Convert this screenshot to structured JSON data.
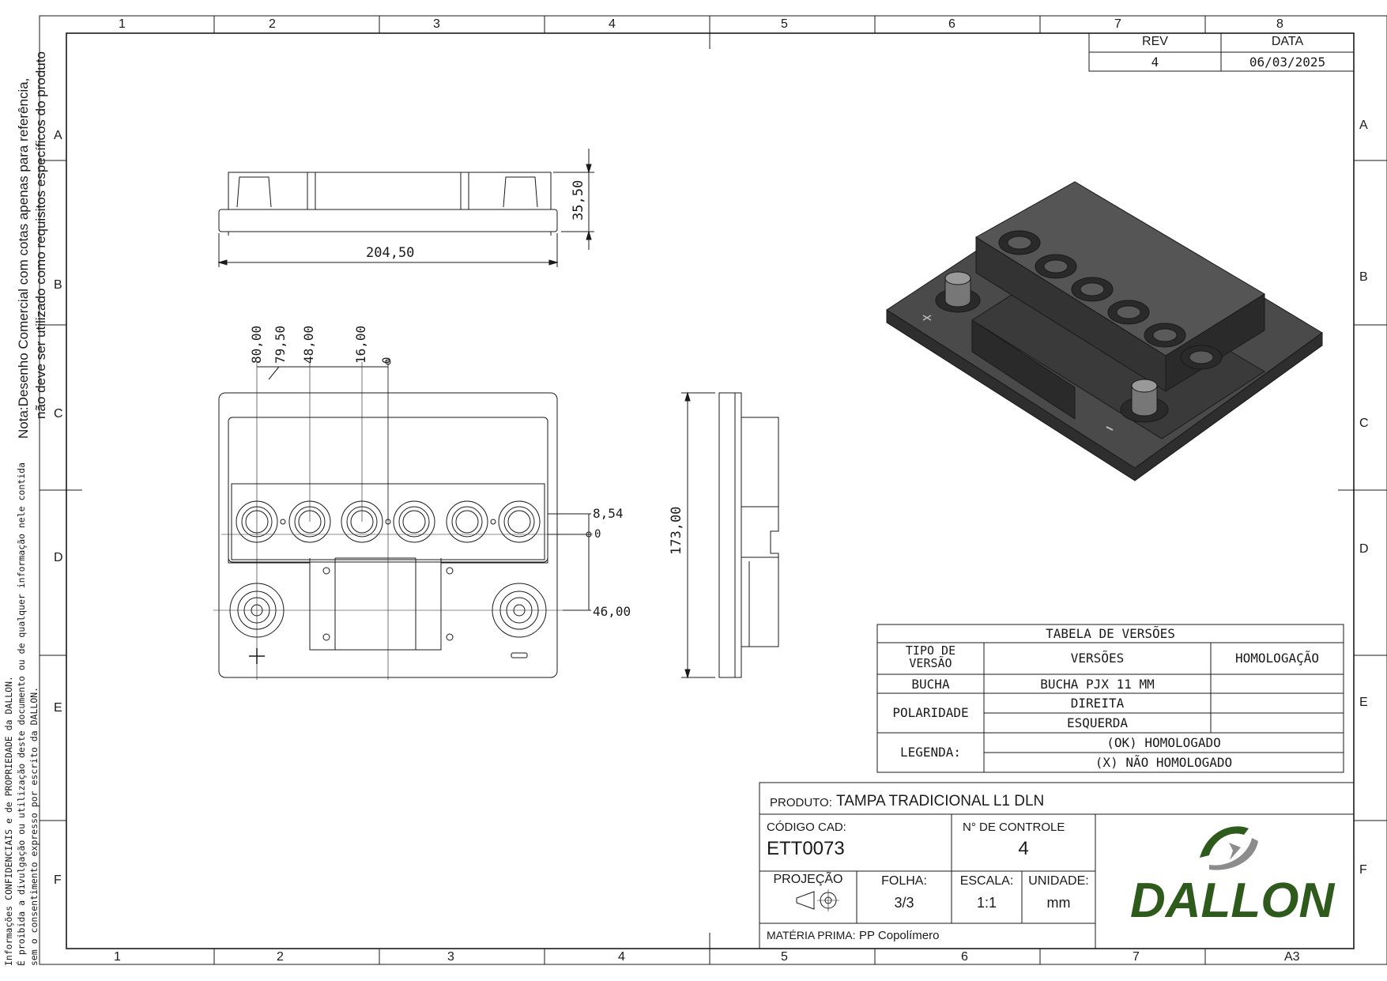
{
  "grid": {
    "columns": [
      "1",
      "2",
      "3",
      "4",
      "5",
      "6",
      "7",
      "8"
    ],
    "rows": [
      "A",
      "B",
      "C",
      "D",
      "E",
      "F"
    ]
  },
  "revision_box": {
    "rev_header": "REV",
    "date_header": "DATA",
    "rev_value": "4",
    "date_value": "06/03/2025"
  },
  "notes": {
    "reference_line1": "Nota:Desenho Comercial com cotas apenas para referência,",
    "reference_line2": "não deve ser utilizado como requisitos específicos do produto",
    "confidential_line1": "Informações CONFIDENCIAIS e de PROPRIEDADE da DALLON.",
    "confidential_line2": "É proibida a divulgação ou utilização deste documento ou de qualquer informação nele contida",
    "confidential_line3": "sem o consentimento expresso por escrito da DALLON."
  },
  "dimensions": {
    "width": "204,50",
    "height": "35,50",
    "depth": "173,00",
    "x_80": "80,00",
    "x_79": "79,50",
    "x_48": "48,00",
    "x_16": "16,00",
    "x_0": "0",
    "y_854": "8,54",
    "y_0": "0",
    "y_46": "46,00"
  },
  "polarity_marks": {
    "positive": "+",
    "negative": "−"
  },
  "version_table": {
    "title": "TABELA DE VERSÕES",
    "col_type": "TIPO DE VERSÃO",
    "col_versions": "VERSÕES",
    "col_homolog": "HOMOLOGAÇÃO",
    "rows": [
      {
        "type": "BUCHA",
        "version": "BUCHA PJX 11 MM",
        "homolog": ""
      },
      {
        "type": "POLARIDADE",
        "version": "DIREITA",
        "homolog": ""
      },
      {
        "type": "",
        "version": "ESQUERDA",
        "homolog": ""
      }
    ],
    "legend_label": "LEGENDA:",
    "legend_ok": "(OK) HOMOLOGADO",
    "legend_x": "(X) NÃO HOMOLOGADO"
  },
  "title_block": {
    "product_label": "PRODUTO:",
    "product_value": "TAMPA TRADICIONAL L1 DLN",
    "cad_label": "CÓDIGO CAD:",
    "cad_value": "ETT0073",
    "control_label": "N° DE CONTROLE",
    "control_value": "4",
    "projection_label": "PROJEÇÃO",
    "sheet_label": "FOLHA:",
    "sheet_value": "3/3",
    "scale_label": "ESCALA:",
    "scale_value": "1:1",
    "unit_label": "UNIDADE:",
    "unit_value": "mm",
    "material_label": "MATÉRIA PRIMA:",
    "material_value": "PP Copolímero",
    "logo_text": "DALLON",
    "format": "A3"
  },
  "colors": {
    "logo_green": "#2e5a1c",
    "logo_gray": "#8c8c8c",
    "part_dark": "#3c3c3c",
    "line": "#1a1a1a"
  }
}
